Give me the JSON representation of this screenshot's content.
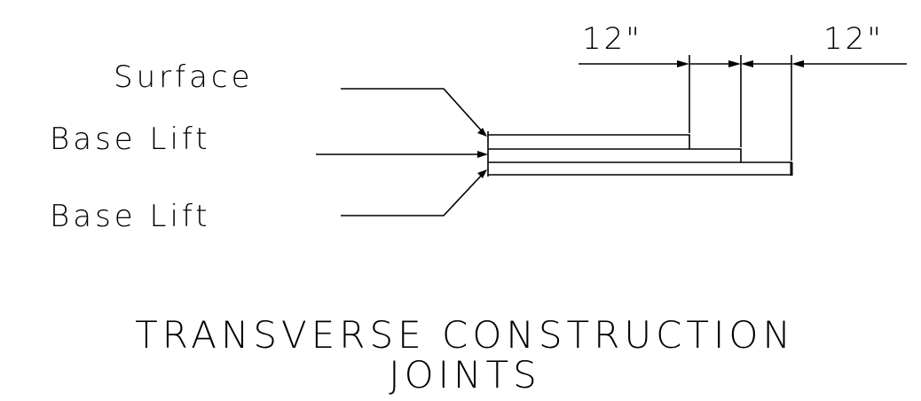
{
  "labels": {
    "surface": "Surface",
    "base_lift_upper": "Base Lift",
    "base_lift_lower": "Base Lift"
  },
  "dimensions": {
    "left": "12\"",
    "right": "12\""
  },
  "title": {
    "line1": "TRANSVERSE CONSTRUCTION",
    "line2": "JOINTS"
  }
}
